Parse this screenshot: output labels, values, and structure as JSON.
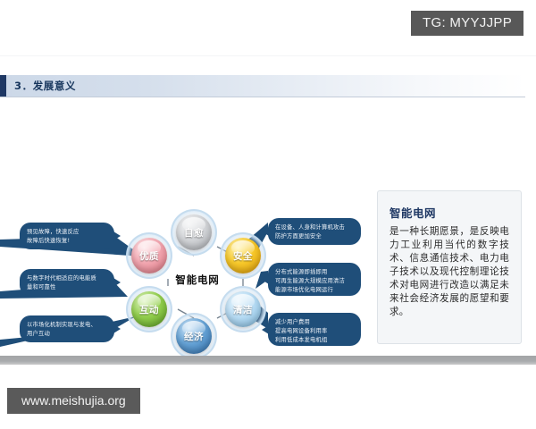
{
  "watermarks": {
    "telegram": "TG: MYYJJPP",
    "site": "www.meishujia.org"
  },
  "slide": {
    "header": {
      "title": "3．发展意义"
    },
    "center_label": "智能电网",
    "nodes": [
      {
        "id": "ziyu",
        "label": "自愈",
        "color": "#b9bcc0"
      },
      {
        "id": "anquan",
        "label": "安全",
        "color": "#f2b705"
      },
      {
        "id": "qingjie",
        "label": "清洁",
        "color": "#9fd0ef"
      },
      {
        "id": "jingji",
        "label": "经济",
        "color": "#3f7fc1"
      },
      {
        "id": "hudong",
        "label": "互动",
        "color": "#7dc242"
      },
      {
        "id": "youzhi",
        "label": "优质",
        "color": "#ef9aa4"
      }
    ],
    "callouts_left": [
      {
        "id": "left-1",
        "text": "预见故障，快速反应\n故障后快速恢复!"
      },
      {
        "id": "left-2",
        "text": "与数字时代相适应的电能质\n量和可靠性"
      },
      {
        "id": "left-3",
        "text": "以市场化机制实现与发电、\n用户互动"
      }
    ],
    "callouts_right": [
      {
        "id": "right-1",
        "text": "在设备、人身和计算机攻击\n防护方面更加安全"
      },
      {
        "id": "right-2",
        "text": "分布式能源即插即用\n可再生能源大规模应用清洁\n能源市场优化电网运行"
      },
      {
        "id": "right-3",
        "text": "减少用户费用\n提高电网设备利用率\n利用低成本发电机组"
      }
    ],
    "info_panel": {
      "title": "智能电网",
      "body": "是一种长期愿景，是反映电力工业利用当代的数字技术、信息通信技术、电力电子技术以及现代控制理论技术对电网进行改造以满足未来社会经济发展的愿望和要求。"
    }
  },
  "colors": {
    "accent_dark_blue": "#1f3864",
    "callout_blue": "#1f4e79",
    "panel_bg": "#f4f6f8",
    "watermark_gray": "#585858"
  }
}
